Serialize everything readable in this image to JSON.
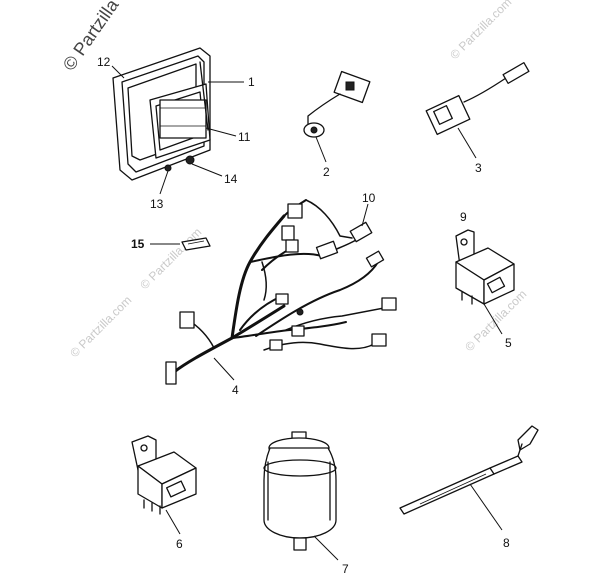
{
  "watermark": {
    "main_text": "© Partzilla",
    "tile_text": "© Partzilla.com"
  },
  "callouts": {
    "n1": "1",
    "n2": "2",
    "n3": "3",
    "n4": "4",
    "n5": "5",
    "n6": "6",
    "n7": "7",
    "n8": "8",
    "n9": "9",
    "n10": "10",
    "n11": "11",
    "n12": "12",
    "n13": "13",
    "n14": "14",
    "n15": "15"
  }
}
